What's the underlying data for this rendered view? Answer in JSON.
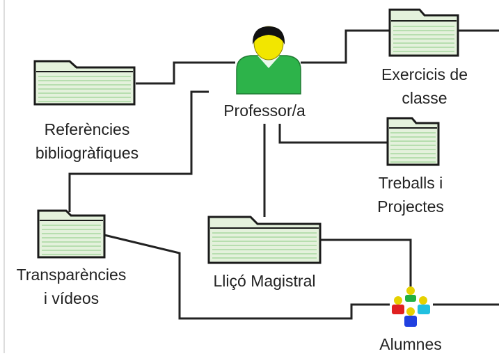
{
  "diagram": {
    "nodes": {
      "professor": {
        "label": "Professor/a",
        "icon": "teacher-icon"
      },
      "exercicis": {
        "lines": [
          "Exercicis de",
          "classe"
        ],
        "icon": "folder-icon"
      },
      "referencies": {
        "lines": [
          "Referències",
          "bibliogràfiques"
        ],
        "icon": "folder-icon"
      },
      "treballs": {
        "lines": [
          "Treballs i",
          "Projectes"
        ],
        "icon": "folder-icon"
      },
      "transparencies": {
        "lines": [
          "Transparències",
          "i vídeos"
        ],
        "icon": "folder-icon"
      },
      "lliço": {
        "label": "Lliçó Magistral",
        "icon": "folder-icon"
      },
      "alumnes": {
        "label": "Alumnes",
        "icon": "students-icon"
      }
    },
    "colors": {
      "folder_fill": "#e4f1dc",
      "folder_lines": "#a8d8a0",
      "folder_border": "#1a1a1a",
      "connector": "#222222",
      "person_body": "#2db34a",
      "person_head": "#f2e600",
      "person_hair": "#111111",
      "student_red": "#e02020",
      "student_blue": "#2040e0",
      "student_green": "#20b040",
      "student_cyan": "#20c0e0"
    }
  }
}
